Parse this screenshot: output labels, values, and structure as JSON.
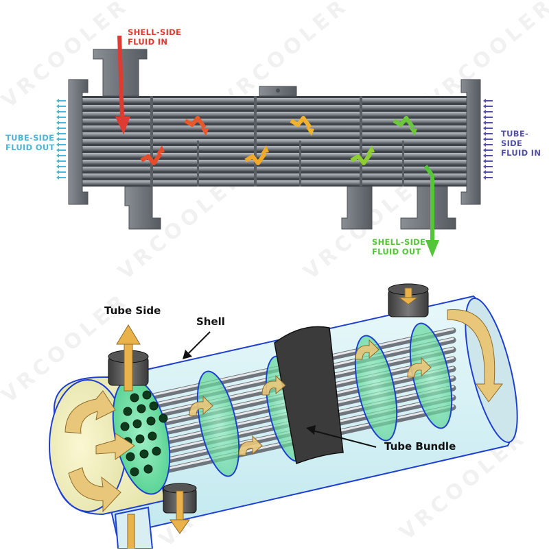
{
  "top_diagram": {
    "shell_in": [
      "SHELL-SIDE",
      "FLUID IN"
    ],
    "tube_out": [
      "TUBE-SIDE",
      "FLUID OUT"
    ],
    "tube_in": [
      "TUBE-SIDE",
      "FLUID IN"
    ],
    "shell_out": [
      "SHELL-SIDE",
      "FLUID OUT"
    ]
  },
  "bottom_diagram": {
    "tube_side": "Tube Side",
    "shell": "Shell",
    "tube_bundle": "Tube Bundle"
  },
  "watermark": "VRCOOLER",
  "colors": {
    "shell_in": "#e03b30",
    "tube_out": "#4bb6d6",
    "tube_in": "#5450a8",
    "shell_out": "#55c63a",
    "metal": "#6f747a",
    "tube_metal": "#9aa0a6",
    "shell_glass": "#d6f2f6",
    "baffle": "#6be0a2",
    "flow_arrow": "#e9c77a"
  }
}
